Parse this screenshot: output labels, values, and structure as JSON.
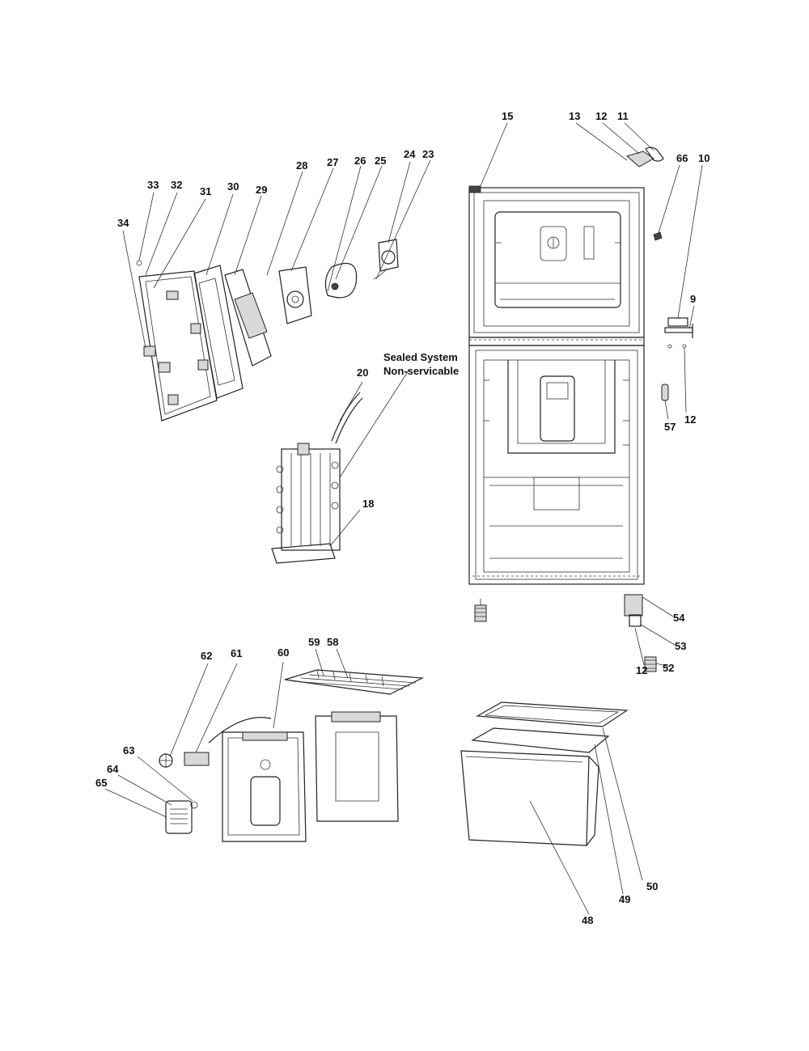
{
  "callouts": {
    "c15": "15",
    "c13": "13",
    "c12a": "12",
    "c11": "11",
    "c66": "66",
    "c10": "10",
    "c9": "9",
    "c12b": "12",
    "c57": "57",
    "c33": "33",
    "c32": "32",
    "c31": "31",
    "c30": "30",
    "c29": "29",
    "c28": "28",
    "c27": "27",
    "c26": "26",
    "c25": "25",
    "c24": "24",
    "c23": "23",
    "c34": "34",
    "c20": "20",
    "c18": "18",
    "c54": "54",
    "c53": "53",
    "c52": "52",
    "c12c": "12",
    "c62": "62",
    "c61": "61",
    "c60": "60",
    "c59": "59",
    "c58": "58",
    "c63": "63",
    "c64": "64",
    "c65": "65",
    "c48": "48",
    "c49": "49",
    "c50": "50"
  },
  "notes": {
    "sealed_line1": "Sealed System",
    "sealed_line2": "Non-servicable"
  }
}
